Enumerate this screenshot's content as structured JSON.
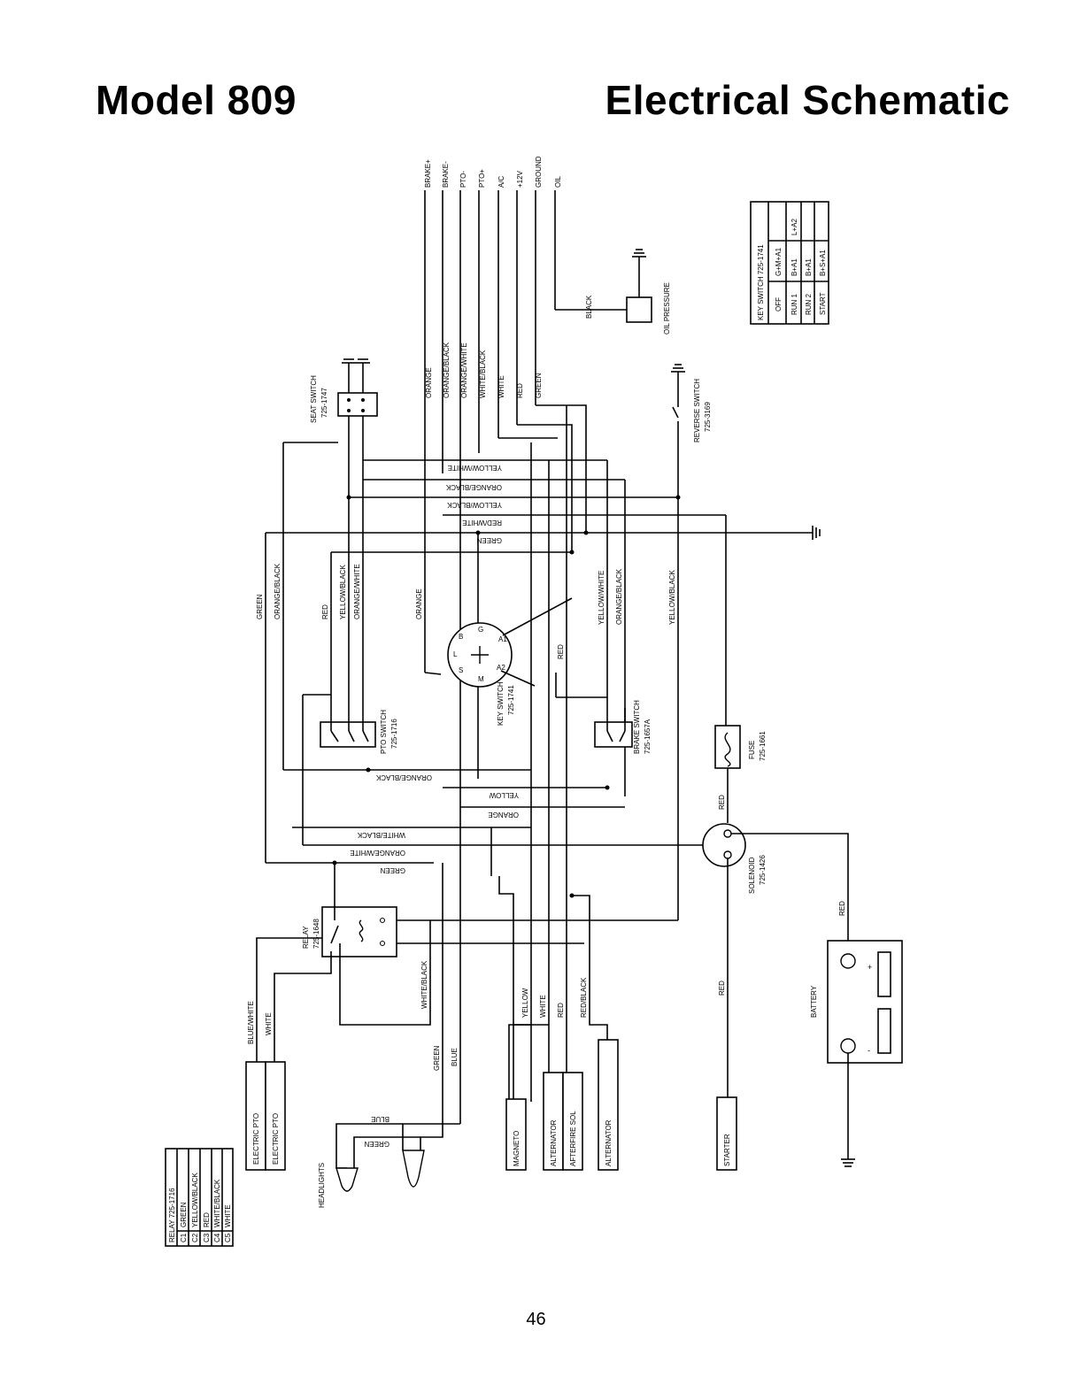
{
  "header": {
    "title_left": "Model 809",
    "title_right": "Electrical Schematic"
  },
  "footer": {
    "page_number": "46"
  },
  "diagram": {
    "harness_terminals": [
      "BRAKE+",
      "BRAKE-",
      "PTO-",
      "PTO+",
      "A/C",
      "+12V",
      "GROUND",
      "OIL"
    ],
    "wire_colors_top": [
      "ORANGE",
      "ORANGE/BLACK",
      "ORANGE/WHITE",
      "WHITE/BLACK",
      "WHITE",
      "RED",
      "GREEN"
    ],
    "bus_labels": [
      "YELLOW/WHITE",
      "ORANGE/BLACK",
      "YELLOW/BLACK",
      "RED/WHITE",
      "GREEN"
    ],
    "mid_labels": {
      "green_left": "GREEN",
      "orange_black_left": "ORANGE/BLACK",
      "red": "RED",
      "yellow_black": "YELLOW/BLACK",
      "orange_white": "ORANGE/WHITE",
      "orange": "ORANGE",
      "red_right": "RED",
      "yellow_white": "YELLOW/WHITE",
      "orange_black_right": "ORANGE/BLACK",
      "yellow_black_right": "YELLOW/BLACK"
    },
    "lower_bus_labels": [
      "ORANGE/BLACK",
      "YELLOW",
      "ORANGE",
      "WHITE/BLACK",
      "ORANGE/WHITE",
      "GREEN"
    ],
    "lower_labels": {
      "white_black": "WHITE/BLACK",
      "blue_white": "BLUE/WHITE",
      "white": "WHITE",
      "green": "GREEN",
      "blue": "BLUE",
      "yellow": "YELLOW",
      "white2": "WHITE",
      "red": "RED",
      "red_black": "RED/BLACK",
      "red_fuse": "RED",
      "red_starter": "RED",
      "red_battery": "RED",
      "blue_hl": "BLUE",
      "green_hl": "GREEN",
      "black_oil": "BLACK"
    },
    "components": {
      "seat_switch": [
        "SEAT SWITCH",
        "725-1747"
      ],
      "oil_pressure": "OIL PRESSURE",
      "reverse_switch": [
        "REVERSE SWITCH",
        "725-3169"
      ],
      "key_switch": [
        "KEY SWITCH",
        "725-1741"
      ],
      "pto_switch": [
        "PTO SWITCH",
        "725-1716"
      ],
      "brake_switch": [
        "BRAKE SWITCH",
        "725-1657A"
      ],
      "fuse": [
        "FUSE",
        "725-1661"
      ],
      "solenoid": [
        "SOLENOID",
        "725-1426"
      ],
      "relay": [
        "RELAY",
        "725-1648"
      ],
      "battery": "BATTERY",
      "electric_pto": [
        "ELECTRIC PTO",
        "ELECTRIC PTO"
      ],
      "headlights": "HEADLIGHTS",
      "magneto": "MAGNETO",
      "alternator_group": [
        "ALTERNATOR",
        "AFTERFIRE SOL"
      ],
      "alternator": "ALTERNATOR",
      "starter": "STARTER"
    },
    "key_switch_pins": [
      "B",
      "G",
      "A1",
      "A2",
      "M",
      "S",
      "L"
    ],
    "battery_signs": [
      "+",
      "-"
    ],
    "key_switch_table": {
      "header": "KEY SWITCH 725-1741",
      "rows": [
        [
          "OFF",
          "G+M+A1",
          ""
        ],
        [
          "RUN 1",
          "B+A1",
          "L+A2"
        ],
        [
          "RUN 2",
          "B+A1",
          ""
        ],
        [
          "START",
          "B+S+A1",
          ""
        ]
      ]
    },
    "relay_table": {
      "header": "RELAY 725-1716",
      "rows": [
        [
          "C1",
          "GREEN"
        ],
        [
          "C2",
          "YELLOW/BLACK"
        ],
        [
          "C3",
          "RED"
        ],
        [
          "C4",
          "WHITE/BLACK"
        ],
        [
          "C5",
          "WHITE"
        ]
      ]
    }
  }
}
